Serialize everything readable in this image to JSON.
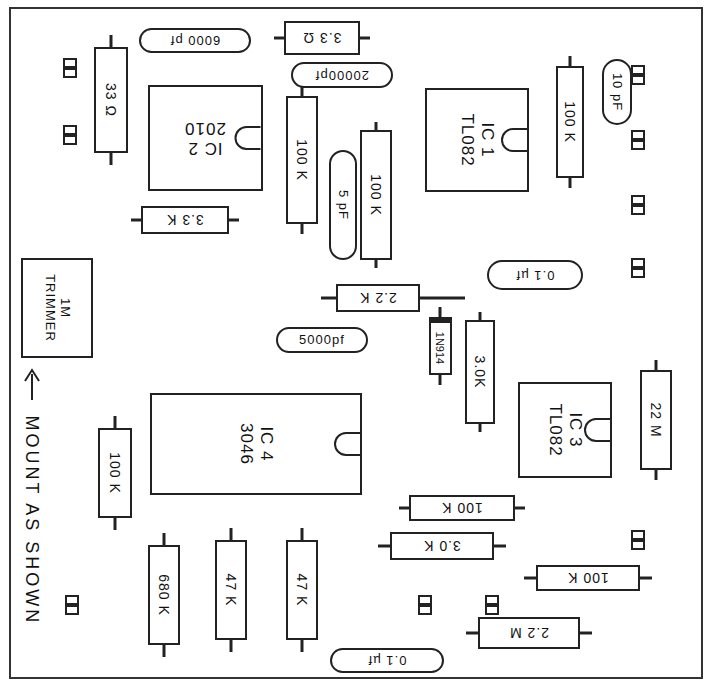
{
  "diagram": {
    "nodes": [
      {
        "text": [
          "6000 pf"
        ]
      },
      {
        "text": [
          "3.3 Ω"
        ]
      },
      {
        "text": [
          "20000pf"
        ]
      },
      {
        "text": [
          "10 pF"
        ]
      },
      {
        "text": [
          "33 Ω"
        ]
      },
      {
        "text": [
          "IC 2",
          "2010"
        ]
      },
      {
        "text": [
          "IC 1",
          "TL082"
        ]
      },
      {
        "text": [
          "100 K"
        ]
      },
      {
        "text": [
          "100 K"
        ]
      },
      {
        "text": [
          "5 pF"
        ]
      },
      {
        "text": [
          "100 K"
        ]
      },
      {
        "text": [
          "3.3 K"
        ]
      },
      {
        "text": [
          "0.1 µf"
        ]
      },
      {
        "text": [
          "2.2 K"
        ]
      },
      {
        "text": [
          "1M",
          "TRIMMER"
        ]
      },
      {
        "text": [
          "5000pf"
        ]
      },
      {
        "text": [
          "1N914"
        ]
      },
      {
        "text": [
          "3.0K"
        ]
      },
      {
        "text": [
          "IC 3",
          "TL082"
        ]
      },
      {
        "text": [
          "22 M"
        ]
      },
      {
        "text": [
          "IC 4",
          "3046"
        ]
      },
      {
        "text": [
          "100 K"
        ]
      },
      {
        "text": [
          "100 K"
        ]
      },
      {
        "text": [
          "3.0 K"
        ]
      },
      {
        "text": [
          "100 K"
        ]
      },
      {
        "text": [
          "680 K"
        ]
      },
      {
        "text": [
          "47 K"
        ]
      },
      {
        "text": [
          "47 K"
        ]
      },
      {
        "text": [
          "2.2 M"
        ]
      },
      {
        "text": [
          "0.1 µf"
        ]
      }
    ],
    "labels": [
      "MOUNT AS SHOWN"
    ]
  }
}
